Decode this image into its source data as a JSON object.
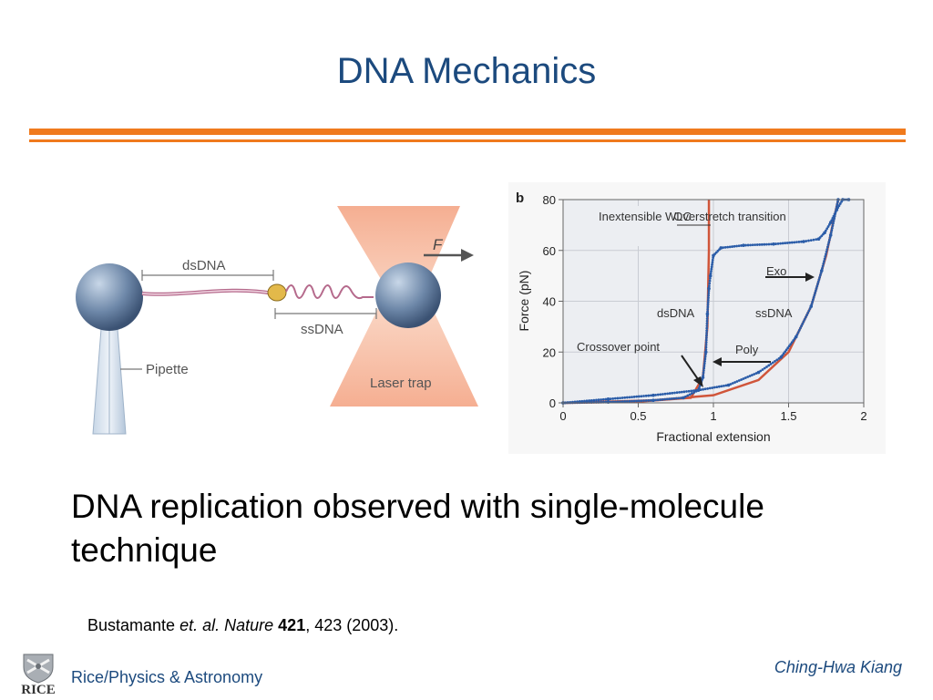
{
  "slide": {
    "title": "DNA Mechanics",
    "body": "DNA replication observed with single-molecule technique",
    "citation": {
      "author": "Bustamante",
      "etal": "et. al.",
      "journal": "Nature",
      "volume": "421",
      "rest": ", 423 (2003)."
    },
    "footer_left": "Rice/Physics & Astronomy",
    "footer_right": "Ching-Hwa Kiang",
    "logo_text": "RICE",
    "accent_color": "#f07a1d",
    "title_color": "#1c4a7e"
  },
  "schematic": {
    "dsdna_label": "dsDNA",
    "ssdna_label": "ssDNA",
    "force_label": "F",
    "pipette_label": "Pipette",
    "laser_label": "Laser trap"
  },
  "chart_data": {
    "type": "line",
    "panel_label": "b",
    "xlabel": "Fractional extension",
    "ylabel": "Force (pN)",
    "xlim": [
      0,
      2
    ],
    "ylim": [
      0,
      80
    ],
    "x_ticks": [
      "0",
      "0.5",
      "1",
      "1.5",
      "2"
    ],
    "y_ticks": [
      "0",
      "20",
      "40",
      "60",
      "80"
    ],
    "grid": true,
    "series": [
      {
        "name": "",
        "color": "#d0553a",
        "style": "line",
        "x": [
          0,
          0.5,
          0.85,
          0.93,
          0.96,
          0.97,
          0.97
        ],
        "y": [
          0,
          0.5,
          2,
          10,
          30,
          60,
          80
        ]
      },
      {
        "name": "",
        "color": "#d0553a",
        "style": "line",
        "x": [
          0,
          0.6,
          1.0,
          1.3,
          1.5,
          1.65,
          1.75,
          1.8,
          1.83
        ],
        "y": [
          0,
          1,
          3,
          9,
          20,
          38,
          58,
          72,
          80
        ]
      },
      {
        "name": "",
        "color": "#2a5ca8",
        "style": "dots",
        "x": [
          0,
          0.3,
          0.6,
          0.8,
          0.9,
          0.93,
          0.95,
          0.96,
          0.97,
          0.98,
          1.0,
          1.05,
          1.2,
          1.4,
          1.6,
          1.7,
          1.74,
          1.78,
          1.82,
          1.86,
          1.9
        ],
        "y": [
          0,
          0.3,
          1,
          2,
          5,
          10,
          20,
          35,
          45,
          50,
          58,
          61,
          62,
          62.5,
          63.5,
          64.5,
          67,
          71,
          76,
          80,
          80
        ]
      },
      {
        "name": "",
        "color": "#2a5ca8",
        "style": "dots",
        "x": [
          0,
          0.3,
          0.6,
          0.9,
          1.1,
          1.3,
          1.45,
          1.55,
          1.65,
          1.72,
          1.78,
          1.83
        ],
        "y": [
          0,
          1.5,
          3,
          5,
          7,
          12,
          18,
          26,
          38,
          52,
          66,
          80
        ]
      }
    ],
    "annotations": [
      "Inextensible WLC",
      "Overstretch transition",
      "Exo",
      "dsDNA",
      "ssDNA",
      "Crossover point",
      "Poly"
    ]
  }
}
